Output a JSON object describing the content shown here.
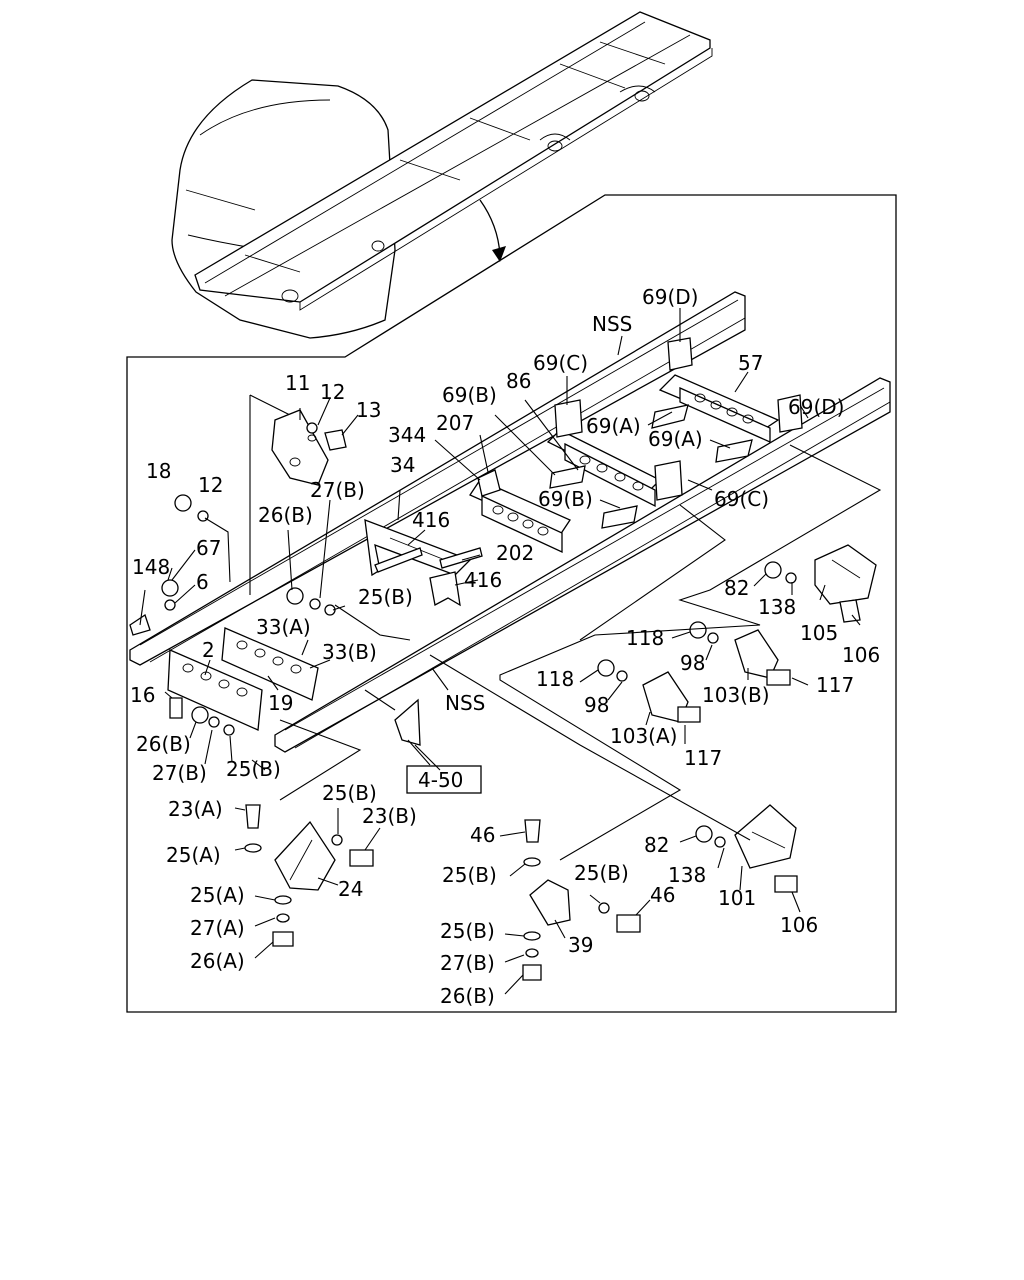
{
  "labels": {
    "l_69d_top": "69(D)",
    "l_nss_top": "NSS",
    "l_69c_top": "69(C)",
    "l_57": "57",
    "l_69d_right": "69(D)",
    "l_69b_top": "69(B)",
    "l_86": "86",
    "l_69a_1": "69(A)",
    "l_69a_2": "69(A)",
    "l_344": "344",
    "l_207": "207",
    "l_11": "11",
    "l_12_top": "12",
    "l_13": "13",
    "l_69b_mid": "69(B)",
    "l_69c_mid": "69(C)",
    "l_34": "34",
    "l_18": "18",
    "l_12_left": "12",
    "l_27b_top": "27(B)",
    "l_26b_top": "26(B)",
    "l_416_a": "416",
    "l_202": "202",
    "l_416_b": "416",
    "l_67": "67",
    "l_148": "148",
    "l_6": "6",
    "l_25b_top": "25(B)",
    "l_82_top": "82",
    "l_138_top": "138",
    "l_105": "105",
    "l_106_top": "106",
    "l_33a": "33(A)",
    "l_33b": "33(B)",
    "l_2": "2",
    "l_118_a": "118",
    "l_98_a": "98",
    "l_118_b": "118",
    "l_103b": "103(B)",
    "l_117_a": "117",
    "l_16": "16",
    "l_19": "19",
    "l_nss_mid": "NSS",
    "l_98_b": "98",
    "l_103a": "103(A)",
    "l_26b_mid": "26(B)",
    "l_27b_mid": "27(B)",
    "l_25b_mid": "25(B)",
    "l_117_b": "117",
    "l_ref": "4-50",
    "l_23a": "23(A)",
    "l_25b_low": "25(B)",
    "l_23b": "23(B)",
    "l_46_a": "46",
    "l_82_low": "82",
    "l_25a_1": "25(A)",
    "l_138_low": "138",
    "l_25b_c": "25(B)",
    "l_25b_d": "25(B)",
    "l_24": "24",
    "l_46_b": "46",
    "l_101": "101",
    "l_25a_2": "25(A)",
    "l_106_low": "106",
    "l_27a": "27(A)",
    "l_25b_e": "25(B)",
    "l_39": "39",
    "l_26a": "26(A)",
    "l_27b_low": "27(B)",
    "l_26b_low": "26(B)"
  }
}
